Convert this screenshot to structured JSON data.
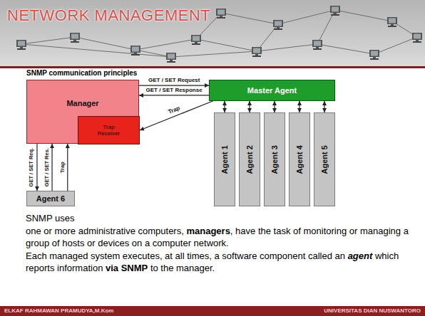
{
  "diagram": {
    "title": "NETWORK MANAGEMENT",
    "nodes": [
      {
        "text": [
          "Manager"
        ]
      },
      {
        "text": [
          "Trap Receiver"
        ],
        "in": 0
      },
      {
        "text": [
          "Master Agent"
        ]
      },
      {
        "text": [
          "Agent 1"
        ]
      },
      {
        "text": [
          "Agent 2"
        ]
      },
      {
        "text": [
          "Agent 3"
        ]
      },
      {
        "text": [
          "Agent 4"
        ]
      },
      {
        "text": [
          "Agent 5"
        ]
      },
      {
        "text": [
          "Agent 6"
        ]
      }
    ],
    "edges": [
      {
        "from": 0,
        "to": 2,
        "arrow": "to",
        "label": "GET / SET Request"
      },
      {
        "from": 2,
        "to": 0,
        "arrow": "to",
        "label": "GET / SET Response"
      },
      {
        "from": 2,
        "to": 1,
        "arrow": "to",
        "label": "Trap"
      },
      {
        "from": 2,
        "to": 3,
        "arrow": "both"
      },
      {
        "from": 2,
        "to": 4,
        "arrow": "both"
      },
      {
        "from": 2,
        "to": 5,
        "arrow": "both"
      },
      {
        "from": 2,
        "to": 6,
        "arrow": "both"
      },
      {
        "from": 2,
        "to": 7,
        "arrow": "both"
      },
      {
        "from": 0,
        "to": 8,
        "arrow": "to",
        "label": "GET / SET Req."
      },
      {
        "from": 8,
        "to": 0,
        "arrow": "to",
        "label": "GET / SET Res."
      },
      {
        "from": 8,
        "to": 0,
        "arrow": "to",
        "label": "Trap"
      }
    ],
    "labels": [
      "SNMP communication principles",
      "SNMP uses",
      "one or more administrative computers,",
      "managers",
      ", have the task of monitoring or managing a group of hosts or devices on a computer network.",
      "Each managed system executes, at all times, a software component called an",
      "agent",
      "which reports information",
      "via SNMP",
      "to the manager.",
      "ELKAF RAHMAWAN PRAMUDYA,M.Kom",
      "UNIVERSITAS DIAN NUSWANTORO"
    ]
  }
}
